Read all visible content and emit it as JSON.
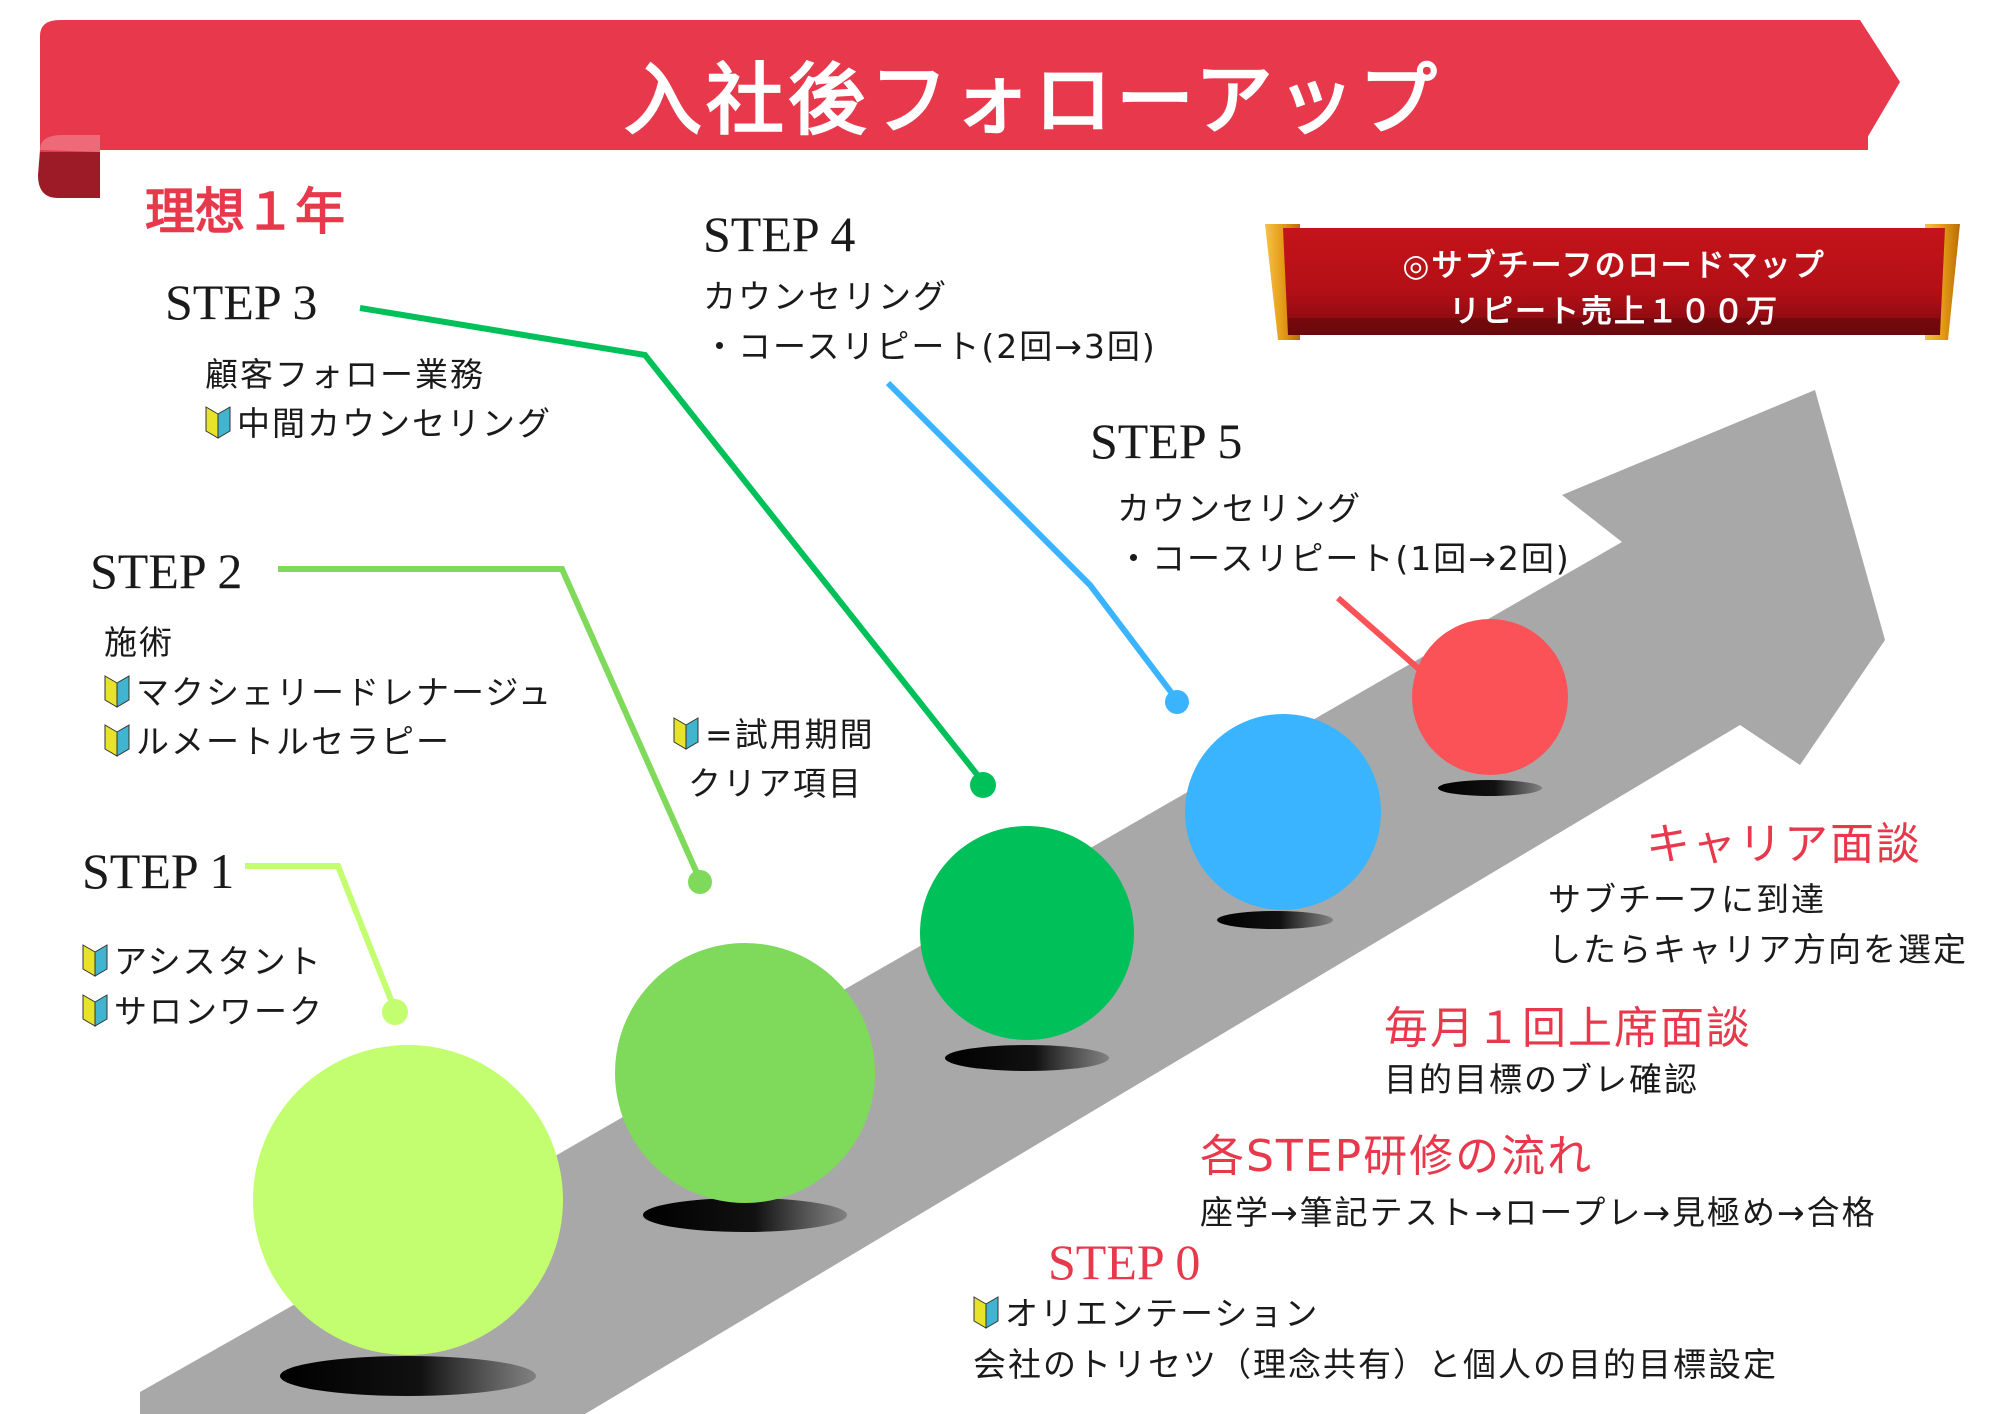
{
  "colors": {
    "ribbon_red": "#e8384b",
    "ribbon_fold": "#9c1b26",
    "arrow_gray": "#a8a8a8",
    "step1_green": "#c2fe6f",
    "step2_green": "#7fd95a",
    "step3_green": "#00c05a",
    "step4_blue": "#1fa2ff",
    "step5_blue": "#3ab4ff",
    "target_red": "#fb5257",
    "accent_red": "#e8384b"
  },
  "title": "入社後フォローアップ",
  "period_label": "理想１年",
  "badge": {
    "line1": "◎サブチーフのロードマップ",
    "line2": "リピート売上１００万"
  },
  "steps": {
    "step1": {
      "heading": "STEP 1",
      "items": [
        "アシスタント",
        "サロンワーク"
      ]
    },
    "step2": {
      "heading": "STEP 2",
      "intro": "施術",
      "items": [
        "マクシェリードレナージュ",
        "ルメートルセラピー"
      ]
    },
    "step3": {
      "heading": "STEP 3",
      "intro": "顧客フォロー業務",
      "items": [
        "中間カウンセリング"
      ]
    },
    "step4": {
      "heading": "STEP 4",
      "lines": [
        "カウンセリング",
        "・コースリピート(2回→3回)"
      ]
    },
    "step5": {
      "heading": "STEP 5",
      "lines": [
        "カウンセリング",
        "・コースリピート(1回→2回)"
      ]
    }
  },
  "legend": {
    "line1": "=試用期間",
    "line2": "クリア項目"
  },
  "info": {
    "career": {
      "heading": "キャリア面談",
      "lines": [
        "サブチーフに到達",
        "したらキャリア方向を選定"
      ]
    },
    "monthly": {
      "heading": "毎月１回上席面談",
      "lines": [
        "目的目標のブレ確認"
      ]
    },
    "training": {
      "heading": "各STEP研修の流れ",
      "lines": [
        "座学→筆記テスト→ロープレ→見極め→合格"
      ]
    },
    "step0": {
      "heading": "STEP 0",
      "item": "オリエンテーション",
      "line": "会社のトリセツ（理念共有）と個人の目的目標設定"
    }
  }
}
